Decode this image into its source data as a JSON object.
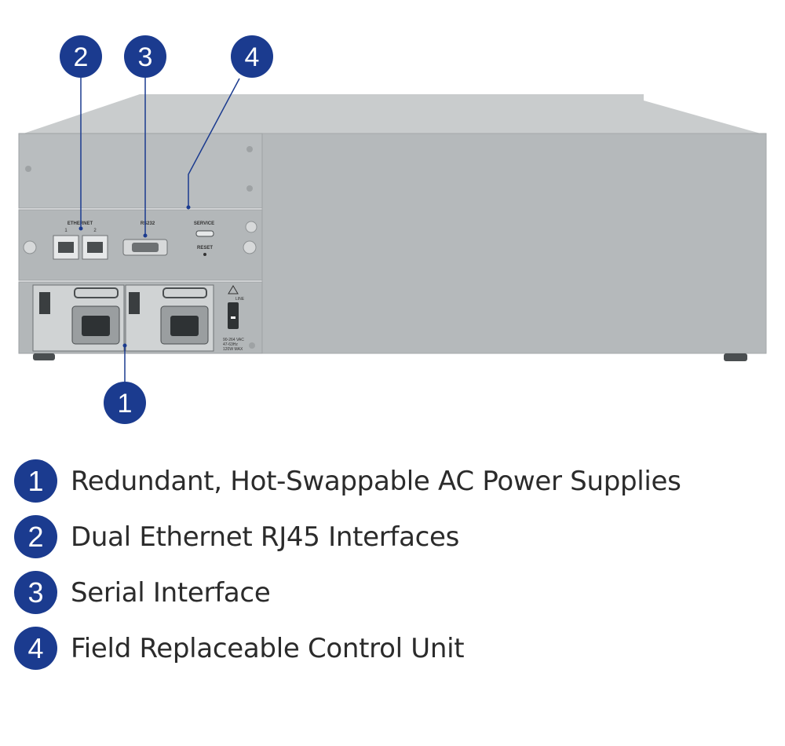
{
  "colors": {
    "callout": "#1b3b8f",
    "chassis": "#b5b9bb",
    "chassis_top": "#c9cccd",
    "panel": "#aeb2b4",
    "text": "#2b2b2b"
  },
  "callouts": [
    {
      "number": "1"
    },
    {
      "number": "2"
    },
    {
      "number": "3"
    },
    {
      "number": "4"
    }
  ],
  "panel_labels": {
    "ethernet": "ETHERNET",
    "port1": "1",
    "port2": "2",
    "rs232": "RS232",
    "service": "SERVICE",
    "reset": "RESET",
    "line": "LINE",
    "rating": [
      "90-264 VAC",
      "47-63Hz",
      "120W MAX"
    ]
  },
  "legend": [
    {
      "number": "1",
      "label": "Redundant, Hot-Swappable AC Power Supplies"
    },
    {
      "number": "2",
      "label": "Dual Ethernet RJ45 Interfaces"
    },
    {
      "number": "3",
      "label": "Serial Interface"
    },
    {
      "number": "4",
      "label": "Field Replaceable Control Unit"
    }
  ]
}
